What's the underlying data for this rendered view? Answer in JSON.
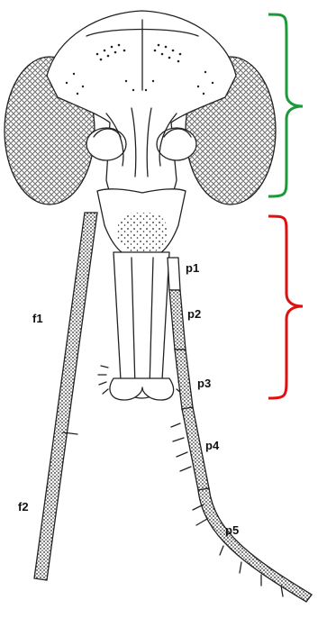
{
  "labels": {
    "f1": "f1",
    "f2": "f2",
    "p1": "p1",
    "p2": "p2",
    "p3": "p3",
    "p4": "p4",
    "p5": "p5"
  },
  "bracket_colors": {
    "upper": "#1a9a3a",
    "lower": "#e01010"
  }
}
